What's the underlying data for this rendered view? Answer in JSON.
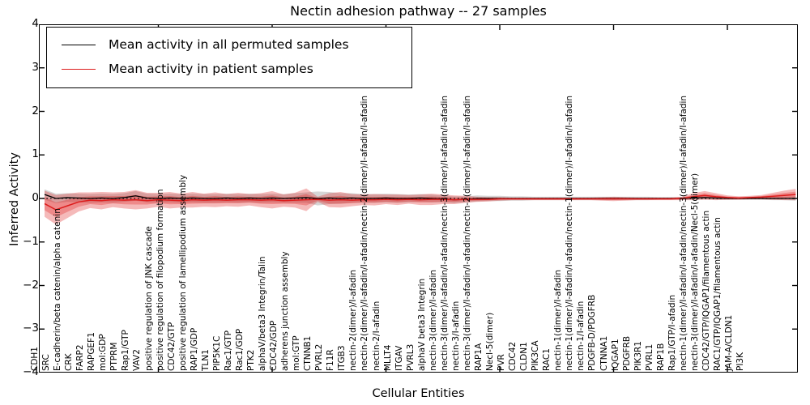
{
  "figure": {
    "title": "Nectin adhesion pathway -- 27 samples",
    "xlabel": "Cellular Entities",
    "ylabel": "Inferred Activity"
  },
  "legend": {
    "items": [
      {
        "label": "Mean activity in all permuted samples",
        "color": "#000000"
      },
      {
        "label": "Mean activity in patient samples",
        "color": "#dd1c1c"
      }
    ]
  },
  "chart_data": {
    "type": "line",
    "title": "Nectin adhesion pathway -- 27 samples",
    "xlabel": "Cellular Entities",
    "ylabel": "Inferred Activity",
    "ylim": [
      -4,
      4
    ],
    "yticks": [
      "4",
      "3",
      "2",
      "1",
      "0",
      "−1",
      "−2",
      "−3",
      "−4"
    ],
    "ytick_values": [
      4,
      3,
      2,
      1,
      0,
      -1,
      -2,
      -3,
      -4
    ],
    "x_major_tick_indices": [
      10,
      20,
      30,
      40,
      50,
      60
    ],
    "grid": false,
    "legend_position": "upper left",
    "zero_line_style": "dotted",
    "colors": {
      "permuted_line": "#000000",
      "patient_line": "#dd1c1c",
      "patient_band": "rgba(221,28,28,0.30)",
      "patient_band_inner": "rgba(221,28,28,0.30)",
      "permuted_band": "rgba(0,0,0,0.16)"
    },
    "categories": [
      "CDH1",
      "SRC",
      "E-cadherin/beta catenin/alpha catenin",
      "CRK",
      "FARP2",
      "RAPGEF1",
      "mol:GDP",
      "PTPRM",
      "Rap1/GTP",
      "VAV2",
      "positive regulation of JNK cascade",
      "positive regulation of filopodium formation",
      "CDC42/GTP",
      "positive regulation of lamellipodium assembly",
      "RAP1/GDP",
      "TLN1",
      "PIP5K1C",
      "Rac1/GTP",
      "Rac1/GDP",
      "PTK2",
      "alphaV/beta3 Integrin/Talin",
      "CDC42/GDP",
      "adherens junction assembly",
      "mol:GTP",
      "CTNNB1",
      "PVRL2",
      "F11R",
      "ITGB3",
      "nectin-2(dimer)/I-afadin",
      "nectin-2(dimer)/I-afadin/I-afadin/nectin-2(dimer)/I-afadin/I-afadin",
      "nectin-2/I-afadin",
      "MLLT4",
      "ITGAV",
      "PVRL3",
      "alphaV beta3 Integrin",
      "nectin-3(dimer)/I-afadin",
      "nectin-3(dimer)/I-afadin/I-afadin/nectin-3(dimer)/I-afadin/I-afadin",
      "nectin-3/I-afadin",
      "nectin-3(dimer)/I-afadin/I-afadin/nectin-2(dimer)/I-afadin/I-afadin",
      "RAP1A",
      "Necl-5(dimer)",
      "PVR",
      "CDC42",
      "CLDN1",
      "PIK3CA",
      "RAC1",
      "nectin-1(dimer)/I-afadin",
      "nectin-1(dimer)/I-afadin/I-afadin/nectin-1(dimer)/I-afadin/I-afadin",
      "nectin-1/I-afadin",
      "PDGFB-D/PDGFRB",
      "CTNNA1",
      "IQGAP1",
      "PDGFRB",
      "PIK3R1",
      "PVRL1",
      "RAP1B",
      "Rap1/GTP/I-afadin",
      "nectin-1(dimer)/I-afadin/I-afadin/nectin-3(dimer)/I-afadin/I-afadin",
      "nectin-3(dimer)/I-afadin/I-afadin/Necl-5(dimer)",
      "CDC42/GTP/IQGAP1/filamentous actin",
      "RAC1/GTP/IQGAP1/filamentous actin",
      "JAM-A/CLDN1",
      "PI3K"
    ],
    "series": [
      {
        "name": "Mean activity in all permuted samples",
        "values": [
          0.09,
          0.0,
          0.02,
          0.01,
          0.0,
          0.01,
          0.0,
          0.02,
          0.06,
          0.01,
          0.0,
          0.01,
          0.0,
          0.01,
          0.0,
          0.0,
          0.01,
          0.0,
          0.01,
          0.0,
          0.01,
          0.0,
          0.01,
          0.02,
          0.0,
          0.01,
          0.0,
          0.01,
          0.0,
          0.0,
          0.01,
          0.0,
          0.0,
          0.01,
          0.0,
          -0.01,
          -0.03,
          -0.02,
          0.0,
          0.0,
          0.0,
          0.0,
          0.0,
          0.0,
          0.0,
          0.0,
          0.0,
          0.0,
          0.0,
          0.0,
          0.0,
          0.0,
          0.0,
          0.0,
          0.0,
          0.0,
          0.0,
          0.01,
          0.02,
          0.01,
          0.0,
          0.0,
          0.0,
          0.0,
          0.0,
          0.0,
          0.0
        ],
        "band_halfwidth": [
          0.12,
          0.11,
          0.1,
          0.1,
          0.1,
          0.1,
          0.1,
          0.1,
          0.11,
          0.1,
          0.1,
          0.1,
          0.1,
          0.1,
          0.1,
          0.1,
          0.1,
          0.1,
          0.1,
          0.1,
          0.1,
          0.1,
          0.11,
          0.12,
          0.16,
          0.14,
          0.12,
          0.11,
          0.1,
          0.1,
          0.1,
          0.1,
          0.09,
          0.09,
          0.09,
          0.08,
          0.08,
          0.07,
          0.07,
          0.06,
          0.06,
          0.05,
          0.05,
          0.04,
          0.04,
          0.04,
          0.04,
          0.04,
          0.04,
          0.04,
          0.04,
          0.04,
          0.04,
          0.04,
          0.03,
          0.03,
          0.03,
          0.04,
          0.04,
          0.04,
          0.03,
          0.03,
          0.03,
          0.03,
          0.04,
          0.04,
          0.05
        ]
      },
      {
        "name": "Mean activity in patient samples",
        "values": [
          -0.12,
          -0.26,
          -0.17,
          -0.08,
          -0.04,
          -0.05,
          -0.03,
          -0.04,
          -0.03,
          -0.05,
          -0.03,
          -0.04,
          -0.05,
          -0.03,
          -0.04,
          -0.03,
          -0.04,
          -0.03,
          -0.03,
          -0.04,
          -0.03,
          -0.05,
          -0.04,
          -0.03,
          -0.02,
          -0.04,
          -0.03,
          -0.04,
          -0.03,
          -0.03,
          -0.02,
          -0.03,
          -0.02,
          -0.03,
          -0.02,
          -0.02,
          -0.03,
          -0.02,
          -0.02,
          -0.02,
          -0.01,
          -0.01,
          -0.01,
          -0.01,
          -0.01,
          -0.01,
          -0.01,
          -0.01,
          -0.01,
          -0.01,
          -0.01,
          -0.01,
          -0.01,
          -0.01,
          -0.01,
          -0.01,
          0.0,
          0.04,
          0.07,
          0.04,
          0.02,
          0.01,
          0.02,
          0.03,
          0.05,
          0.07,
          0.09
        ],
        "band_halfwidth": [
          0.3,
          0.34,
          0.28,
          0.22,
          0.18,
          0.2,
          0.17,
          0.19,
          0.22,
          0.18,
          0.16,
          0.19,
          0.16,
          0.18,
          0.15,
          0.17,
          0.14,
          0.16,
          0.13,
          0.16,
          0.2,
          0.14,
          0.17,
          0.26,
          0.06,
          0.16,
          0.18,
          0.14,
          0.12,
          0.13,
          0.11,
          0.12,
          0.1,
          0.12,
          0.13,
          0.11,
          0.1,
          0.08,
          0.06,
          0.05,
          0.04,
          0.03,
          0.03,
          0.03,
          0.03,
          0.03,
          0.03,
          0.03,
          0.03,
          0.04,
          0.05,
          0.04,
          0.03,
          0.03,
          0.03,
          0.03,
          0.04,
          0.08,
          0.1,
          0.08,
          0.05,
          0.04,
          0.04,
          0.05,
          0.08,
          0.11,
          0.13
        ]
      }
    ]
  }
}
